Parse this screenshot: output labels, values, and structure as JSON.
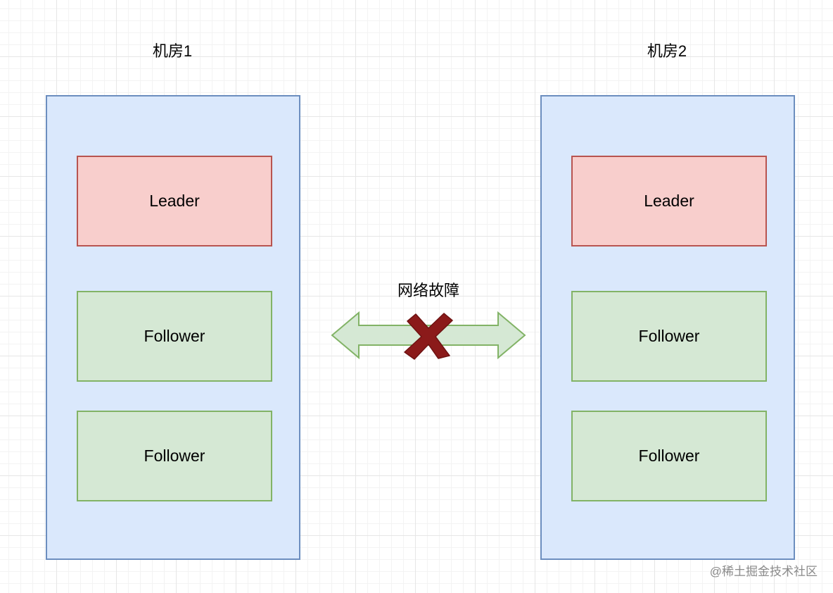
{
  "datacenters": [
    {
      "label": "机房1",
      "nodes": [
        {
          "role": "leader",
          "label": "Leader"
        },
        {
          "role": "follower",
          "label": "Follower"
        },
        {
          "role": "follower",
          "label": "Follower"
        }
      ]
    },
    {
      "label": "机房2",
      "nodes": [
        {
          "role": "leader",
          "label": "Leader"
        },
        {
          "role": "follower",
          "label": "Follower"
        },
        {
          "role": "follower",
          "label": "Follower"
        }
      ]
    }
  ],
  "link": {
    "label": "网络故障",
    "status": "broken",
    "icon": "cross-icon"
  },
  "watermark": "@稀土掘金技术社区",
  "colors": {
    "datacenter_fill": "#dae8fc",
    "datacenter_stroke": "#6c8ebf",
    "leader_fill": "#f8cecc",
    "leader_stroke": "#b85450",
    "follower_fill": "#d5e8d4",
    "follower_stroke": "#82b366",
    "cross": "#8b1a1a"
  }
}
